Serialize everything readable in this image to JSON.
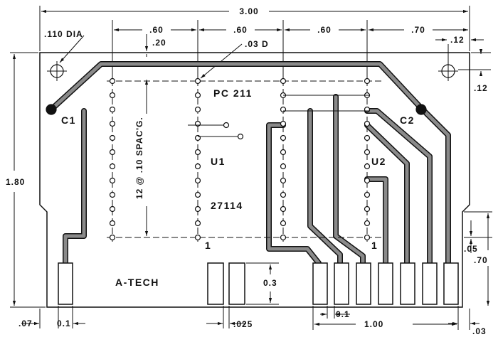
{
  "diagram": {
    "board_name": "PC 211",
    "brand_label": "A-TECH",
    "components": {
      "c1": "C1",
      "c2": "C2",
      "u1": "U1",
      "u2": "U2",
      "u1_part": "27114",
      "pin1_u1": "1",
      "pin1_u2": "1"
    },
    "dimensions": {
      "overall_width": "3.00",
      "section_1": ".60",
      "section_2": ".60",
      "section_3": ".60",
      "section_4": ".70",
      "right_offset": ".12",
      "right_vertical_offset": ".12",
      "hole_dia": ".110 DIA",
      "pad_dia": ".03 D",
      "top_margin": ".20",
      "spacing": "12 @ .10 SPAC'G.",
      "height": "1.80",
      "finger_height": "0.3",
      "finger_gap_small": ".05",
      "right_height": ".70",
      "left_margin": ".07",
      "finger_width": "0.1",
      "finger_spacing_left": ".025",
      "finger_pitch": "0.1",
      "finger_span": "1.00",
      "right_margin": ".03"
    }
  }
}
